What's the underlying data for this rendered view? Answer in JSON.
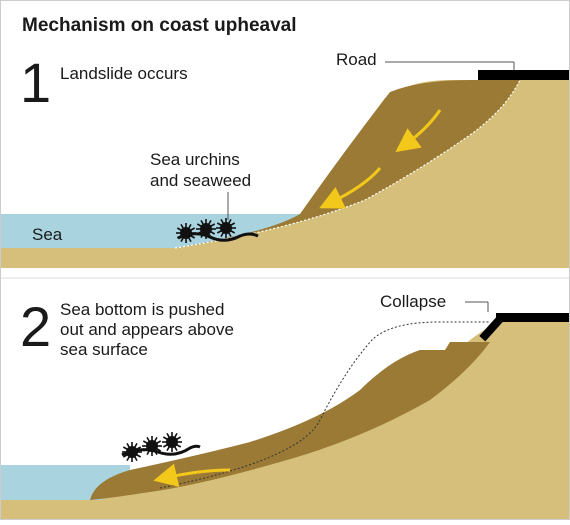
{
  "title": "Mechanism on coast upheaval",
  "panel1": {
    "number": "1",
    "caption": "Landslide occurs",
    "road_label": "Road",
    "urchins_label": [
      "Sea urchins",
      "and seaweed"
    ],
    "sea_label": "Sea"
  },
  "panel2": {
    "number": "2",
    "caption": [
      "Sea bottom is pushed",
      "out and appears above",
      "sea surface"
    ],
    "collapse_label": "Collapse"
  },
  "colors": {
    "sea": "#a9d4df",
    "ground": "#d5bf7a",
    "slide": "#9a7a35",
    "road": "#000000",
    "arrow": "#f2c81a"
  }
}
